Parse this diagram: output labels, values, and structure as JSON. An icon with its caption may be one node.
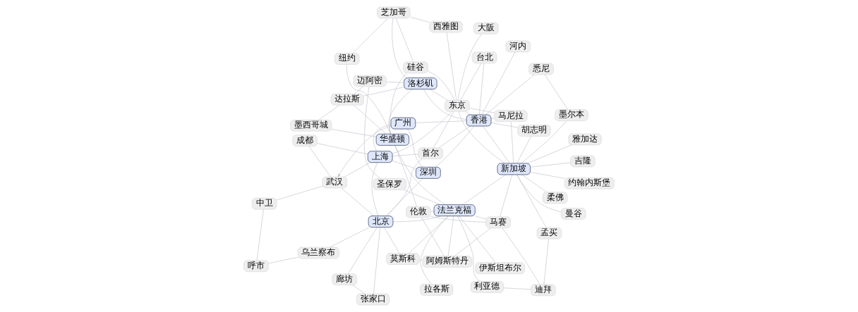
{
  "diagram": {
    "nodes": [
      {
        "text": [
          "阿姆斯特丹"
        ]
      },
      {
        "text": [
          "莫斯科"
        ]
      },
      {
        "text": [
          "法兰克福"
        ]
      },
      {
        "text": [
          "伦敦"
        ]
      },
      {
        "text": [
          "伊斯坦布尔"
        ]
      },
      {
        "text": [
          "马赛"
        ]
      },
      {
        "text": [
          "迪拜"
        ]
      },
      {
        "text": [
          "孟买"
        ]
      },
      {
        "text": [
          "利亚德"
        ]
      },
      {
        "text": [
          "拉各斯"
        ]
      },
      {
        "text": [
          "约翰内斯堡"
        ]
      },
      {
        "text": [
          "呼市"
        ]
      },
      {
        "text": [
          "乌兰察布"
        ]
      },
      {
        "text": [
          "北京"
        ]
      },
      {
        "text": [
          "张家口"
        ]
      },
      {
        "text": [
          "廊坊"
        ]
      },
      {
        "text": [
          "中卫"
        ]
      },
      {
        "text": [
          "成都"
        ]
      },
      {
        "text": [
          "首尔"
        ]
      },
      {
        "text": [
          "上海"
        ]
      },
      {
        "text": [
          "武汉"
        ]
      },
      {
        "text": [
          "东京"
        ]
      },
      {
        "text": [
          "大阪"
        ]
      },
      {
        "text": [
          "台北"
        ]
      },
      {
        "text": [
          "广州"
        ]
      },
      {
        "text": [
          "深圳"
        ]
      },
      {
        "text": [
          "河内"
        ]
      },
      {
        "text": [
          "香港"
        ]
      },
      {
        "text": [
          "曼谷"
        ]
      },
      {
        "text": [
          "胡志明"
        ]
      },
      {
        "text": [
          "马尼拉"
        ]
      },
      {
        "text": [
          "吉隆"
        ]
      },
      {
        "text": [
          "柔佛"
        ]
      },
      {
        "text": [
          "新加坡"
        ]
      },
      {
        "text": [
          "雅加达"
        ]
      },
      {
        "text": [
          "悉尼"
        ]
      },
      {
        "text": [
          "墨尔本"
        ]
      },
      {
        "text": [
          "西雅图"
        ]
      },
      {
        "text": [
          "芝加哥"
        ]
      },
      {
        "text": [
          "纽约"
        ]
      },
      {
        "text": [
          "硅谷"
        ]
      },
      {
        "text": [
          "华盛顿"
        ]
      },
      {
        "text": [
          "洛杉矶"
        ]
      },
      {
        "text": [
          "迈阿密"
        ]
      },
      {
        "text": [
          "达拉斯"
        ]
      },
      {
        "text": [
          "墨西哥城"
        ]
      },
      {
        "text": [
          "圣保罗"
        ]
      }
    ],
    "edges": [
      {
        "from": 0,
        "to": 2,
        "arrow": "none"
      },
      {
        "from": 0,
        "to": 1,
        "arrow": "none"
      },
      {
        "from": 2,
        "to": 1,
        "arrow": "none"
      },
      {
        "from": 2,
        "to": 13,
        "arrow": "none"
      },
      {
        "from": 1,
        "to": 13,
        "arrow": "none"
      },
      {
        "from": 0,
        "to": 3,
        "arrow": "none"
      },
      {
        "from": 3,
        "to": 2,
        "arrow": "none"
      },
      {
        "from": 3,
        "to": 5,
        "arrow": "none"
      },
      {
        "from": 0,
        "to": 5,
        "arrow": "none"
      },
      {
        "from": 5,
        "to": 2,
        "arrow": "none"
      },
      {
        "from": 2,
        "to": 4,
        "arrow": "none"
      },
      {
        "from": 2,
        "to": 8,
        "arrow": "none"
      },
      {
        "from": 2,
        "to": 9,
        "arrow": "none"
      },
      {
        "from": 2,
        "to": 33,
        "arrow": "none"
      },
      {
        "from": 5,
        "to": 6,
        "arrow": "none"
      },
      {
        "from": 8,
        "to": 6,
        "arrow": "none"
      },
      {
        "from": 6,
        "to": 7,
        "arrow": "none"
      },
      {
        "from": 7,
        "to": 33,
        "arrow": "none"
      },
      {
        "from": 5,
        "to": 33,
        "arrow": "none"
      },
      {
        "from": 10,
        "to": 33,
        "arrow": "none"
      },
      {
        "from": 3,
        "to": 41,
        "arrow": "none"
      },
      {
        "from": 2,
        "to": 41,
        "arrow": "none"
      },
      {
        "from": 2,
        "to": 46,
        "arrow": "none"
      },
      {
        "from": 46,
        "to": 43,
        "arrow": "none"
      },
      {
        "from": 11,
        "to": 12,
        "arrow": "none"
      },
      {
        "from": 12,
        "to": 13,
        "arrow": "none"
      },
      {
        "from": 11,
        "to": 16,
        "arrow": "none"
      },
      {
        "from": 16,
        "to": 20,
        "arrow": "none"
      },
      {
        "from": 17,
        "to": 20,
        "arrow": "none"
      },
      {
        "from": 17,
        "to": 19,
        "arrow": "none"
      },
      {
        "from": 13,
        "to": 14,
        "arrow": "none"
      },
      {
        "from": 13,
        "to": 15,
        "arrow": "none"
      },
      {
        "from": 14,
        "to": 15,
        "arrow": "none"
      },
      {
        "from": 13,
        "to": 18,
        "arrow": "none"
      },
      {
        "from": 13,
        "to": 20,
        "arrow": "none"
      },
      {
        "from": 13,
        "to": 19,
        "arrow": "none"
      },
      {
        "from": 13,
        "to": 25,
        "arrow": "none"
      },
      {
        "from": 20,
        "to": 19,
        "arrow": "none"
      },
      {
        "from": 24,
        "to": 20,
        "arrow": "to"
      },
      {
        "from": 24,
        "to": 19,
        "arrow": "none"
      },
      {
        "from": 24,
        "to": 25,
        "arrow": "none"
      },
      {
        "from": 19,
        "to": 25,
        "arrow": "none"
      },
      {
        "from": 19,
        "to": 18,
        "arrow": "none"
      },
      {
        "from": 19,
        "to": 21,
        "arrow": "none"
      },
      {
        "from": 18,
        "to": 21,
        "arrow": "none"
      },
      {
        "from": 21,
        "to": 22,
        "arrow": "none"
      },
      {
        "from": 24,
        "to": 27,
        "arrow": "none"
      },
      {
        "from": 25,
        "to": 27,
        "arrow": "none"
      },
      {
        "from": 18,
        "to": 27,
        "arrow": "none"
      },
      {
        "from": 23,
        "to": 27,
        "arrow": "none"
      },
      {
        "from": 21,
        "to": 23,
        "arrow": "none"
      },
      {
        "from": 21,
        "to": 27,
        "arrow": "none"
      },
      {
        "from": 21,
        "to": 33,
        "arrow": "none"
      },
      {
        "from": 21,
        "to": 30,
        "arrow": "none"
      },
      {
        "from": 26,
        "to": 27,
        "arrow": "none"
      },
      {
        "from": 27,
        "to": 29,
        "arrow": "none"
      },
      {
        "from": 29,
        "to": 33,
        "arrow": "none"
      },
      {
        "from": 27,
        "to": 33,
        "arrow": "none"
      },
      {
        "from": 27,
        "to": 30,
        "arrow": "none"
      },
      {
        "from": 27,
        "to": 35,
        "arrow": "none"
      },
      {
        "from": 30,
        "to": 33,
        "arrow": "none"
      },
      {
        "from": 28,
        "to": 33,
        "arrow": "none"
      },
      {
        "from": 31,
        "to": 33,
        "arrow": "none"
      },
      {
        "from": 32,
        "to": 33,
        "arrow": "none"
      },
      {
        "from": 33,
        "to": 34,
        "arrow": "none"
      },
      {
        "from": 33,
        "to": 36,
        "arrow": "none"
      },
      {
        "from": 35,
        "to": 36,
        "arrow": "none"
      },
      {
        "from": 42,
        "to": 27,
        "arrow": "none"
      },
      {
        "from": 21,
        "to": 37,
        "arrow": "none"
      },
      {
        "from": 21,
        "to": 40,
        "arrow": "none"
      },
      {
        "from": 21,
        "to": 42,
        "arrow": "none"
      },
      {
        "from": 37,
        "to": 38,
        "arrow": "none"
      },
      {
        "from": 38,
        "to": 39,
        "arrow": "none"
      },
      {
        "from": 41,
        "to": 39,
        "arrow": "none"
      },
      {
        "from": 40,
        "to": 38,
        "arrow": "none"
      },
      {
        "from": 40,
        "to": 41,
        "arrow": "none"
      },
      {
        "from": 42,
        "to": 38,
        "arrow": "none"
      },
      {
        "from": 42,
        "to": 41,
        "arrow": "none"
      },
      {
        "from": 42,
        "to": 43,
        "arrow": "none"
      },
      {
        "from": 42,
        "to": 44,
        "arrow": "none"
      },
      {
        "from": 44,
        "to": 41,
        "arrow": "none"
      },
      {
        "from": 44,
        "to": 43,
        "arrow": "none"
      },
      {
        "from": 44,
        "to": 45,
        "arrow": "none"
      },
      {
        "from": 41,
        "to": 45,
        "arrow": "none"
      }
    ]
  }
}
